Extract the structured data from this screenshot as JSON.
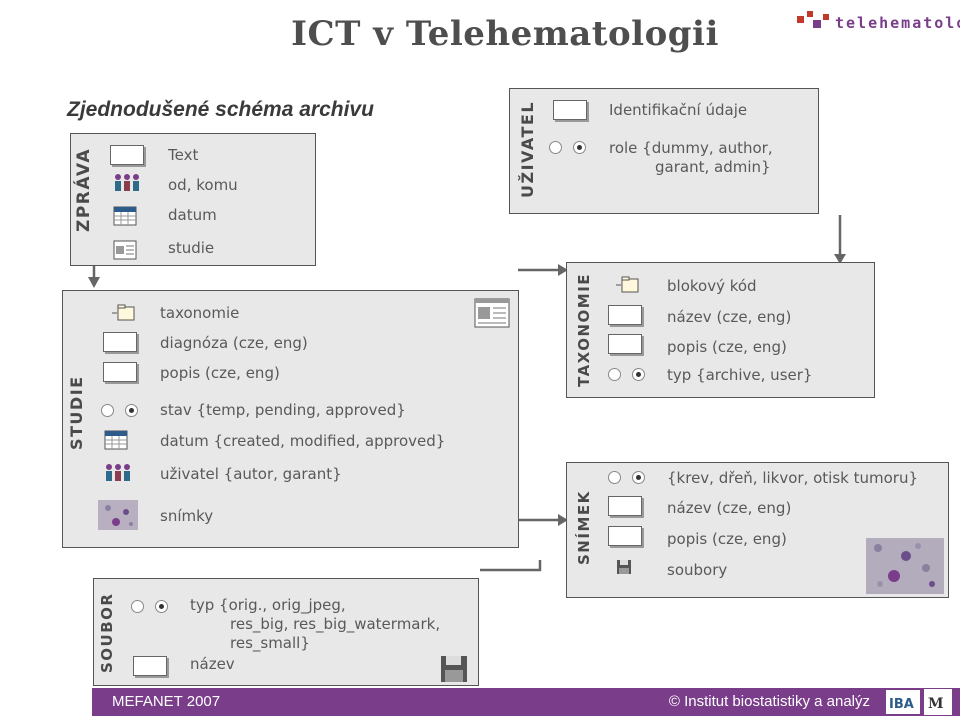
{
  "title": "ICT v Telehematologii",
  "logo": "telehematologie",
  "subtitle": "Zjednodušené schéma archivu",
  "zprava": {
    "label": "ZPRÁVA",
    "fields": [
      "Text",
      "od, komu",
      "datum",
      "studie"
    ]
  },
  "uzivatel": {
    "label": "UŽIVATEL",
    "fields": [
      "Identifikační údaje",
      "role {dummy, author,",
      "garant, admin}"
    ]
  },
  "studie": {
    "label": "STUDIE",
    "fields": [
      "taxonomie",
      "diagnóza (cze, eng)",
      "popis (cze, eng)",
      "stav {temp, pending, approved}",
      "datum {created, modified, approved}",
      "uživatel {autor, garant}",
      "snímky"
    ]
  },
  "taxonomie": {
    "label": "TAXONOMIE",
    "fields": [
      "blokový kód",
      "název (cze, eng)",
      "popis (cze, eng)",
      "typ {archive, user}"
    ]
  },
  "snimek": {
    "label": "SNÍMEK",
    "fields": [
      "{krev, dřeň, likvor, otisk tumoru}",
      "název (cze, eng)",
      "popis (cze, eng)",
      "soubory"
    ]
  },
  "soubor": {
    "label": "SOUBOR",
    "fields": [
      "typ {orig., orig_jpeg,",
      "res_big, res_big_watermark,",
      "res_small}",
      "název"
    ]
  },
  "footer": {
    "left": "MEFANET 2007",
    "right": "© Institut biostatistiky a analýz",
    "logo_text": "IBA"
  },
  "colors": {
    "footer": "#7a3d8a",
    "box": "#e8e8e8",
    "connector": "#666666"
  },
  "icons": [
    "text-field-icon",
    "users-icon",
    "calendar-icon",
    "document-icon",
    "folder-icon",
    "radio-icon",
    "microscope-image-icon",
    "floppy-disk-icon",
    "mu-logo-icon"
  ]
}
